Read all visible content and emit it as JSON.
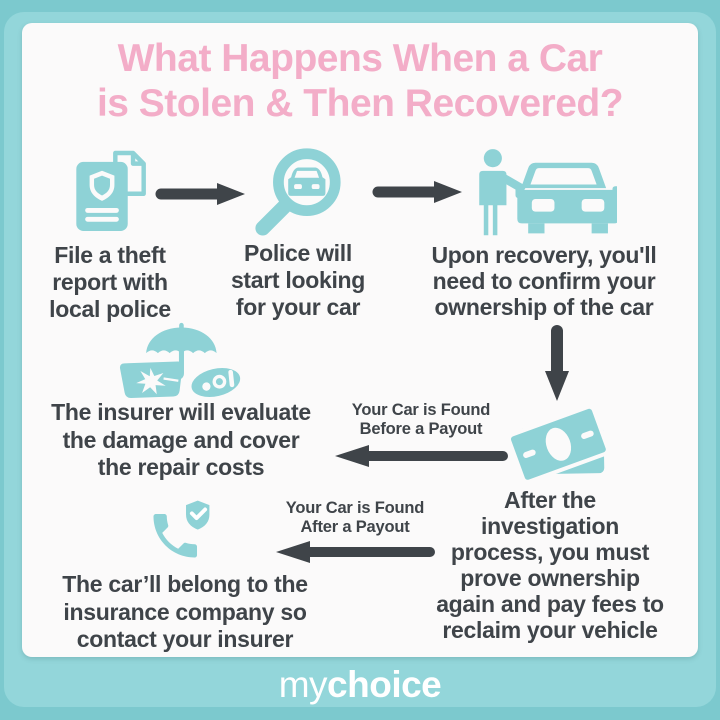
{
  "title": {
    "lines": [
      "What Happens When a Car",
      "is Stolen & Then Recovered?"
    ]
  },
  "steps": [
    {
      "icon": "theft-report-icon",
      "lines": [
        "File a theft",
        "report with",
        "local police"
      ]
    },
    {
      "icon": "magnifier-car-icon",
      "lines": [
        "Police will",
        "start looking",
        "for your car"
      ]
    },
    {
      "icon": "person-car-icon",
      "lines": [
        "Upon recovery, you'll",
        "need to confirm your",
        "ownership of the car"
      ]
    },
    {
      "icon": "money-icon",
      "lines": [
        "After the",
        "investigation",
        "process, you must",
        "prove ownership",
        "again and pay fees to",
        "reclaim your vehicle"
      ]
    },
    {
      "icon": "insurance-damage-icon",
      "lines": [
        "The insurer will evaluate",
        "the damage and cover",
        "the repair costs"
      ]
    },
    {
      "icon": "phone-shield-icon",
      "lines": [
        "The car’ll belong to the",
        "insurance company so",
        "contact your insurer"
      ]
    }
  ],
  "branch_labels": [
    {
      "lines": [
        "Your Car is Found",
        "Before a Payout"
      ]
    },
    {
      "lines": [
        "Your Car is Found",
        "After a Payout"
      ]
    }
  ],
  "footer": {
    "brand_light": "my",
    "brand_bold": "choice"
  },
  "colors": {
    "background": "#7cc9ce",
    "panel_teal": "#93d6da",
    "icon_teal": "#8ed2d6",
    "card": "#fbfafa",
    "title_pink": "#f3adc8",
    "text_dark": "#3f4449",
    "arrow_dark": "#3f4449",
    "brand_white": "#ffffff"
  }
}
